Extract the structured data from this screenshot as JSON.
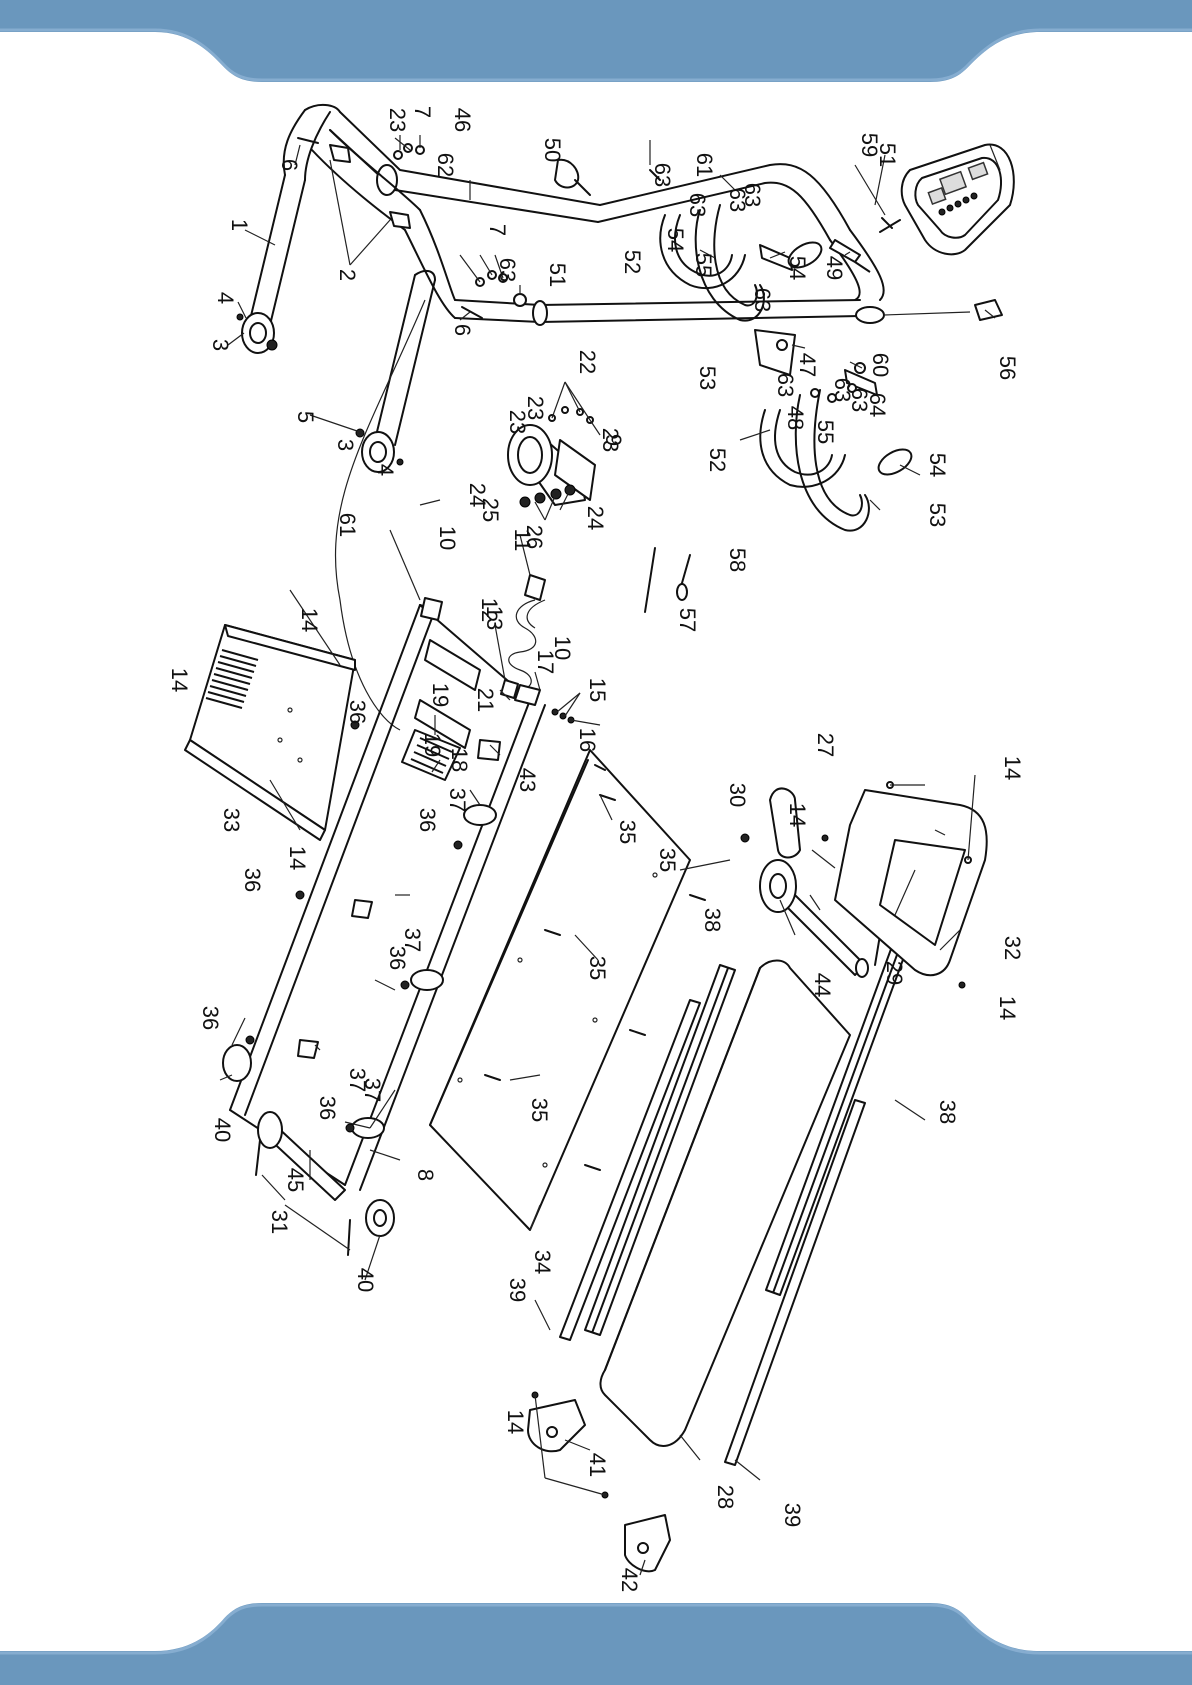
{
  "page": {
    "banner_color": "#6a97bd",
    "banner_light": "#86add0"
  },
  "labels": [
    "1",
    "2",
    "3",
    "3",
    "4",
    "4",
    "5",
    "6",
    "6",
    "7",
    "7",
    "8",
    "9",
    "10",
    "10",
    "11",
    "12",
    "13",
    "14",
    "14",
    "14",
    "14",
    "14",
    "14",
    "14",
    "15",
    "16",
    "17",
    "18",
    "19",
    "19",
    "21",
    "22",
    "23",
    "23",
    "23",
    "23",
    "24",
    "24",
    "25",
    "26",
    "27",
    "28",
    "29",
    "30",
    "31",
    "32",
    "33",
    "34",
    "35",
    "35",
    "35",
    "35",
    "36",
    "36",
    "36",
    "36",
    "36",
    "36",
    "37",
    "37",
    "37",
    "37",
    "38",
    "38",
    "39",
    "39",
    "40",
    "40",
    "41",
    "42",
    "43",
    "44",
    "45",
    "46",
    "47",
    "48",
    "49",
    "50",
    "51",
    "51",
    "52",
    "52",
    "53",
    "53",
    "54",
    "54",
    "54",
    "55",
    "55",
    "56",
    "57",
    "58",
    "59",
    "60",
    "61",
    "61",
    "62",
    "63",
    "63",
    "63",
    "63",
    "63",
    "63",
    "63",
    "63",
    "63",
    "64"
  ]
}
